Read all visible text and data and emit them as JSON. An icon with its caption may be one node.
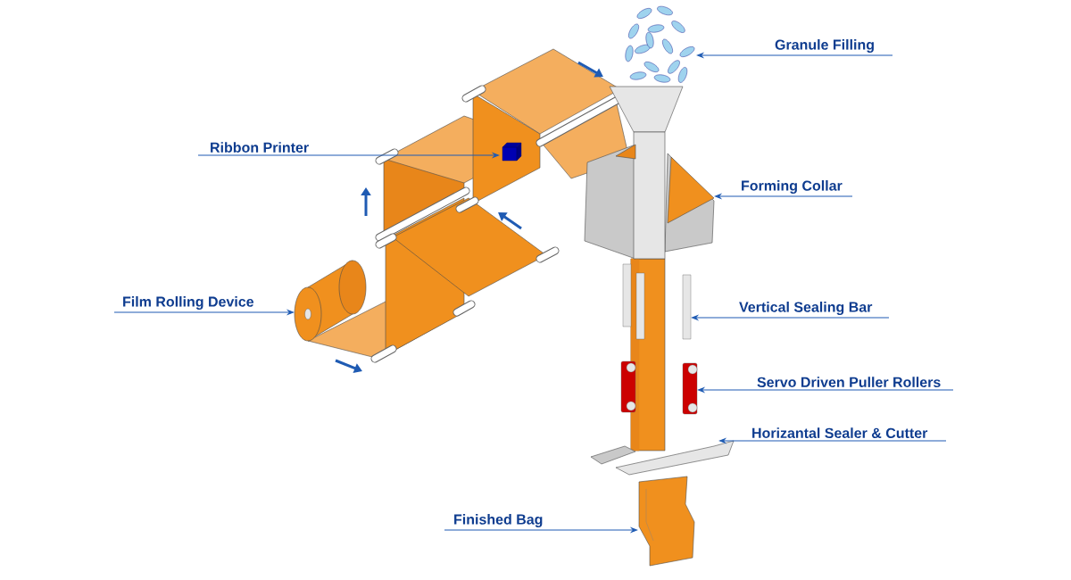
{
  "diagram": {
    "nodes": [
      {
        "text": [
          "Granule Filling"
        ]
      },
      {
        "text": [
          "Ribbon Printer"
        ]
      },
      {
        "text": [
          "Forming Collar"
        ]
      },
      {
        "text": [
          "Film Rolling  Device"
        ]
      },
      {
        "text": [
          "Vertical Sealing Bar"
        ]
      },
      {
        "text": [
          "Servo Driven Puller Rollers"
        ]
      },
      {
        "text": [
          "Horizantal Sealer & Cutter"
        ]
      },
      {
        "text": [
          "Finished Bag"
        ]
      },
      {
        "text": [],
        "shape": "picture"
      },
      {
        "text": [],
        "shape": "box"
      },
      {
        "text": [],
        "shape": "picture"
      },
      {
        "text": [],
        "shape": "cylinder"
      },
      {
        "text": [],
        "shape": "bar"
      },
      {
        "text": [],
        "shape": "bar"
      },
      {
        "text": [],
        "shape": "bar"
      },
      {
        "text": [],
        "shape": "picture"
      }
    ],
    "edges": [
      {
        "from": 0,
        "to": 8,
        "arrow": "to"
      },
      {
        "from": 1,
        "to": 9,
        "arrow": "to"
      },
      {
        "from": 2,
        "to": 10,
        "arrow": "to"
      },
      {
        "from": 3,
        "to": 11,
        "arrow": "to"
      },
      {
        "from": 4,
        "to": 12,
        "arrow": "to"
      },
      {
        "from": 5,
        "to": 13,
        "arrow": "to"
      },
      {
        "from": 6,
        "to": 14,
        "arrow": "to"
      },
      {
        "from": 7,
        "to": 15,
        "arrow": "to"
      }
    ]
  }
}
